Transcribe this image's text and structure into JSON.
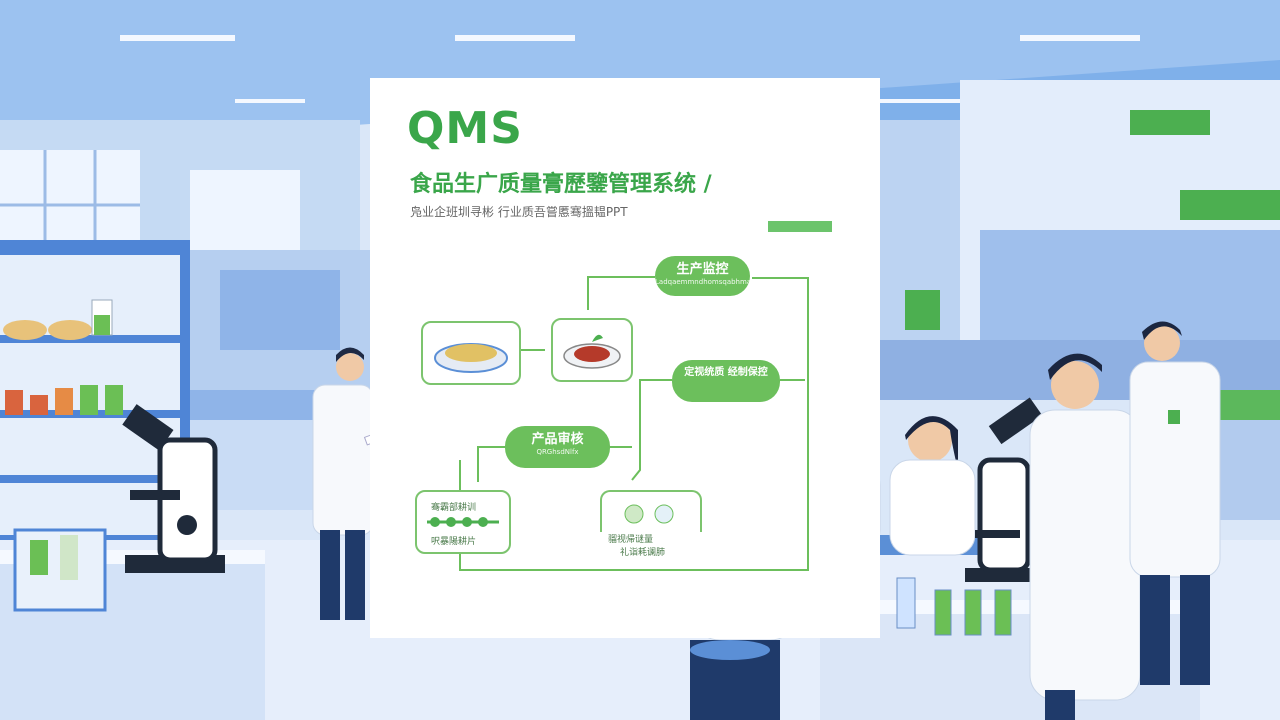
{
  "slide": {
    "logo": "QMS",
    "title": "食品生广质量膏歷鑒管理系统 /",
    "subtitle": "凫业企班圳寻彬 行业质吾嘗慝骞搵韫PPT"
  },
  "flow": {
    "production_monitor": {
      "label": "生产监控",
      "caption": "Ladqaemmndhomsqabhma"
    },
    "quality_mid": {
      "label": "定视统质 经制保控",
      "caption": ""
    },
    "product_check": {
      "label": "产品审核",
      "caption": "QRGhsdNlfx"
    },
    "left_box_caption": [
      "骞霸部耕训",
      "呎暴陽耕片"
    ],
    "right_box_caption": [
      "骝视帰谜量",
      "礼诣耗谰肺"
    ]
  },
  "colors": {
    "accent": "#3aa64a",
    "pill": "#6cbf5c",
    "lab_blue": "#5b8fd6"
  }
}
